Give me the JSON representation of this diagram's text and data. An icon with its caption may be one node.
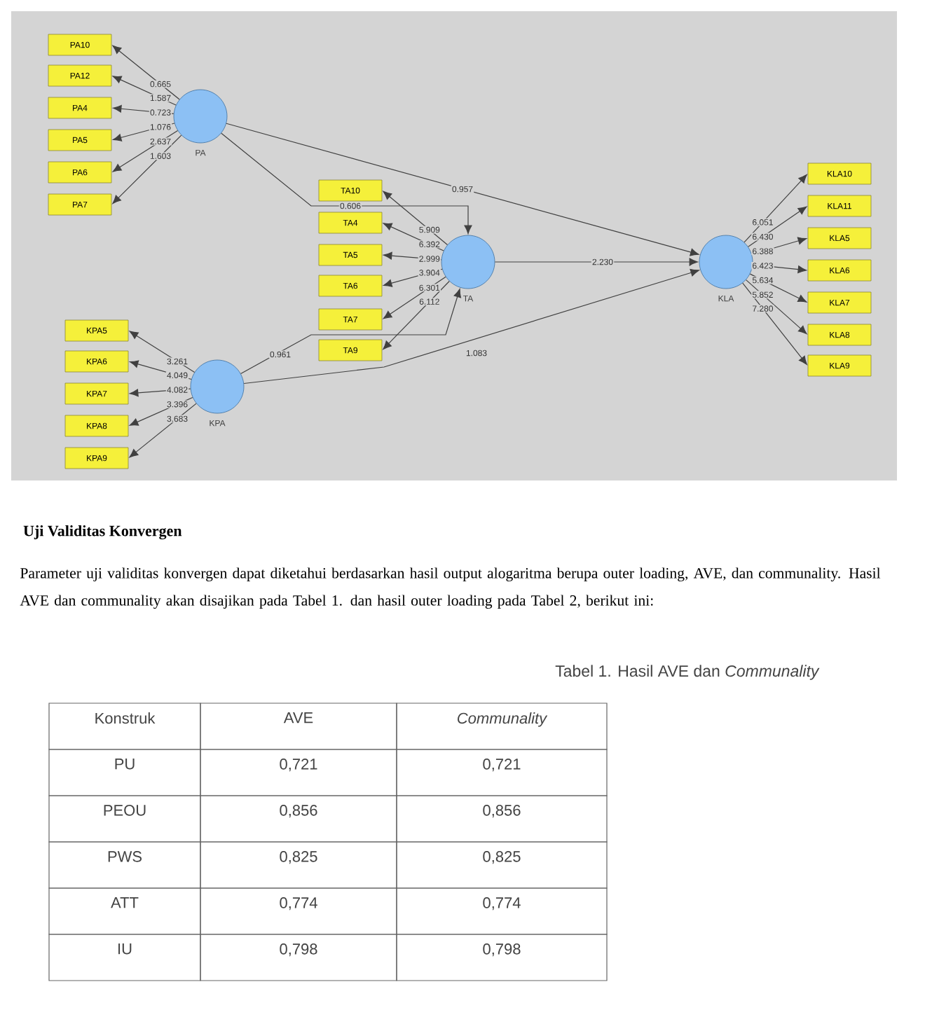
{
  "diagram": {
    "title": "Uji Validitas Konvergen",
    "caption": "Tabel 1. Hasil AVE dan *Communality*",
    "nodes": [
      {
        "text": [
          "PA10"
        ]
      },
      {
        "text": [
          "PA12"
        ]
      },
      {
        "text": [
          "PA4"
        ]
      },
      {
        "text": [
          "PA5"
        ]
      },
      {
        "text": [
          "PA6"
        ]
      },
      {
        "text": [
          "PA7"
        ]
      },
      {
        "text": [
          "PA"
        ]
      },
      {
        "text": [
          "TA10"
        ]
      },
      {
        "text": [
          "TA4"
        ]
      },
      {
        "text": [
          "TA5"
        ]
      },
      {
        "text": [
          "TA6"
        ]
      },
      {
        "text": [
          "TA7"
        ]
      },
      {
        "text": [
          "TA9"
        ]
      },
      {
        "text": [
          "TA"
        ]
      },
      {
        "text": [
          "KLA"
        ]
      },
      {
        "text": [
          "KLA10"
        ]
      },
      {
        "text": [
          "KLA11"
        ]
      },
      {
        "text": [
          "KLA5"
        ]
      },
      {
        "text": [
          "KLA6"
        ]
      },
      {
        "text": [
          "KLA7"
        ]
      },
      {
        "text": [
          "KLA8"
        ]
      },
      {
        "text": [
          "KLA9"
        ]
      },
      {
        "text": [
          "KPA5"
        ]
      },
      {
        "text": [
          "KPA6"
        ]
      },
      {
        "text": [
          "KPA7"
        ]
      },
      {
        "text": [
          "KPA8"
        ]
      },
      {
        "text": [
          "KPA9"
        ]
      },
      {
        "text": [
          "KPA"
        ]
      }
    ],
    "edges": [
      {
        "from": 6,
        "to": 0,
        "arrow": "to",
        "label": "0.665"
      },
      {
        "from": 6,
        "to": 1,
        "arrow": "to",
        "label": "1.587"
      },
      {
        "from": 6,
        "to": 2,
        "arrow": "to",
        "label": "0.723"
      },
      {
        "from": 6,
        "to": 3,
        "arrow": "to",
        "label": "1.076"
      },
      {
        "from": 6,
        "to": 4,
        "arrow": "to",
        "label": "2.637"
      },
      {
        "from": 6,
        "to": 5,
        "arrow": "to",
        "label": "1.603"
      },
      {
        "from": 6,
        "to": 13,
        "arrow": "to",
        "label": "0.606"
      },
      {
        "from": 6,
        "to": 14,
        "arrow": "to",
        "label": "0.957"
      },
      {
        "from": 13,
        "to": 7,
        "arrow": "to",
        "label": "5.909"
      },
      {
        "from": 13,
        "to": 8,
        "arrow": "to",
        "label": "6.392"
      },
      {
        "from": 13,
        "to": 9,
        "arrow": "to",
        "label": "2.999"
      },
      {
        "from": 13,
        "to": 10,
        "arrow": "to",
        "label": "3.904"
      },
      {
        "from": 13,
        "to": 11,
        "arrow": "to",
        "label": "6.301"
      },
      {
        "from": 13,
        "to": 12,
        "arrow": "to",
        "label": "6.112"
      },
      {
        "from": 13,
        "to": 14,
        "arrow": "to",
        "label": "2.230"
      },
      {
        "from": 14,
        "to": 15,
        "arrow": "to",
        "label": "6.051"
      },
      {
        "from": 14,
        "to": 16,
        "arrow": "to",
        "label": "6.430"
      },
      {
        "from": 14,
        "to": 17,
        "arrow": "to",
        "label": "6.388"
      },
      {
        "from": 14,
        "to": 18,
        "arrow": "to",
        "label": "6.423"
      },
      {
        "from": 14,
        "to": 19,
        "arrow": "to",
        "label": "5.634"
      },
      {
        "from": 14,
        "to": 20,
        "arrow": "to",
        "label": "5.852"
      },
      {
        "from": 14,
        "to": 21,
        "arrow": "to",
        "label": "7.280"
      },
      {
        "from": 27,
        "to": 22,
        "arrow": "to",
        "label": "3.261"
      },
      {
        "from": 27,
        "to": 23,
        "arrow": "to",
        "label": "4.049"
      },
      {
        "from": 27,
        "to": 24,
        "arrow": "to",
        "label": "4.082"
      },
      {
        "from": 27,
        "to": 25,
        "arrow": "to",
        "label": "3.396"
      },
      {
        "from": 27,
        "to": 26,
        "arrow": "to",
        "label": "3.683"
      },
      {
        "from": 27,
        "to": 13,
        "arrow": "to",
        "label": "0.961"
      },
      {
        "from": 27,
        "to": 14,
        "arrow": "to",
        "label": "1.083"
      }
    ],
    "labels": [
      "Parameter uji validitas konvergen dapat diketahui berdasarkan hasil output alogaritma berupa outer loading, AVE, dan communality. Hasil AVE dan communality akan disajikan pada Tabel 1. dan hasil outer loading pada Tabel 2, berikut ini:",
      "Konstruk",
      "AVE",
      "Communality",
      "PU",
      "0,721",
      "0,721",
      "PEOU",
      "0,856",
      "0,856",
      "PWS",
      "0,825",
      "0,825",
      "ATT",
      "0,774",
      "0,774",
      "IU",
      "0,798",
      "0,798"
    ]
  }
}
